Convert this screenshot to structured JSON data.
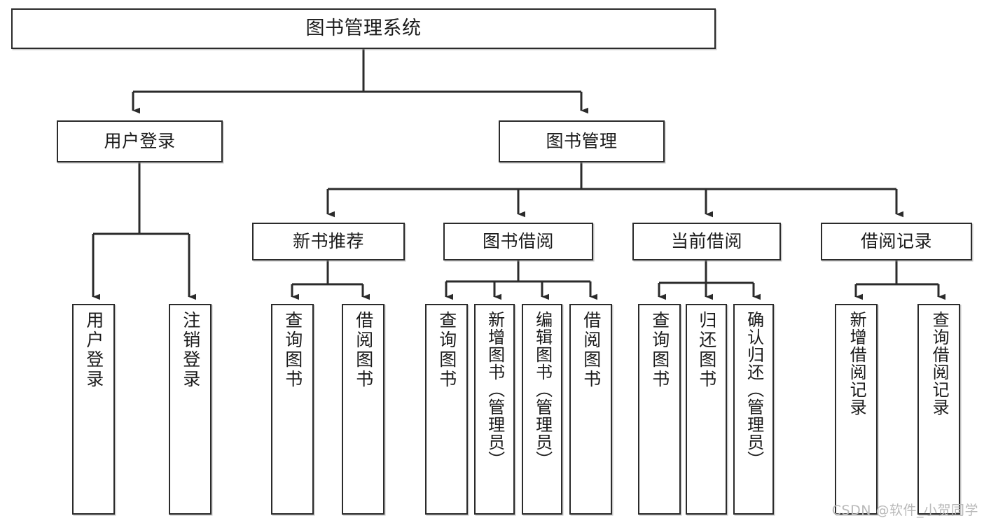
{
  "diagram": {
    "title": "图书管理系统",
    "type": "tree-hierarchy-diagram",
    "watermark": "CSDN @软件_小贺同学",
    "colors": {
      "box_border": "#2b2b2b",
      "box_fill": "#ffffff",
      "connector": "#2b2b2b",
      "text": "#1b1b1b",
      "watermark": "#b9b9b9"
    },
    "root": {
      "label": "图书管理系统"
    },
    "level1": [
      {
        "label": "用户登录"
      },
      {
        "label": "图书管理"
      }
    ],
    "level2": [
      {
        "label": "新书推荐"
      },
      {
        "label": "图书借阅"
      },
      {
        "label": "当前借阅"
      },
      {
        "label": "借阅记录"
      }
    ],
    "leaves": {
      "user_login": [
        {
          "label": "用户登录"
        },
        {
          "label": "注销登录"
        }
      ],
      "new_book_recommend": [
        {
          "label": "查询图书"
        },
        {
          "label": "借阅图书"
        }
      ],
      "book_borrow": [
        {
          "label": "查询图书"
        },
        {
          "label": "新增图书（管理员）"
        },
        {
          "label": "编辑图书（管理员）"
        },
        {
          "label": "借阅图书"
        }
      ],
      "current_borrow": [
        {
          "label": "查询图书"
        },
        {
          "label": "归还图书"
        },
        {
          "label": "确认归还（管理员）"
        }
      ],
      "borrow_record": [
        {
          "label": "新增借阅记录"
        },
        {
          "label": "查询借阅记录"
        }
      ]
    }
  }
}
